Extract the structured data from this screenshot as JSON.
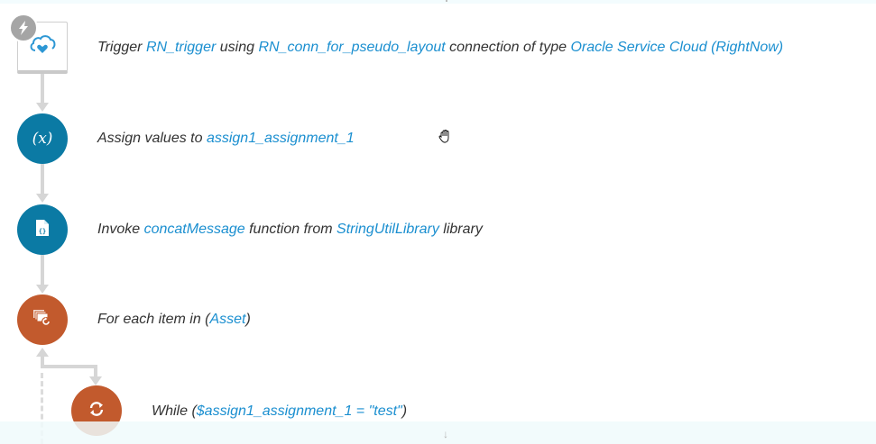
{
  "colors": {
    "link": "#1b8fd0",
    "text": "#333333",
    "blue_node": "#0b7aa4",
    "orange_node": "#c25a2d",
    "connector": "#d6d6d6"
  },
  "steps": [
    {
      "type": "trigger",
      "icon": "cloud-heart-icon",
      "badge_icon": "lightning-bolt-icon",
      "parts": [
        "Trigger ",
        "RN_trigger",
        " using ",
        "RN_conn_for_pseudo_layout",
        " connection of type ",
        "Oracle Service Cloud (RightNow)"
      ]
    },
    {
      "type": "assign",
      "icon": "variable-x-icon",
      "icon_text": "(x)",
      "parts": [
        "Assign values to ",
        "assign1_assignment_1"
      ]
    },
    {
      "type": "invoke",
      "icon": "function-document-icon",
      "parts": [
        "Invoke ",
        "concatMessage",
        " function from ",
        "StringUtilLibrary",
        " library"
      ]
    },
    {
      "type": "for-each",
      "icon": "for-each-stack-icon",
      "parts": [
        "For each item in (",
        "Asset",
        ")"
      ]
    },
    {
      "type": "while",
      "icon": "refresh-loop-icon",
      "parts": [
        "While (",
        "$assign1_assignment_1 = \"test\"",
        ")"
      ]
    }
  ],
  "scroll_indicator_bottom": "↓"
}
